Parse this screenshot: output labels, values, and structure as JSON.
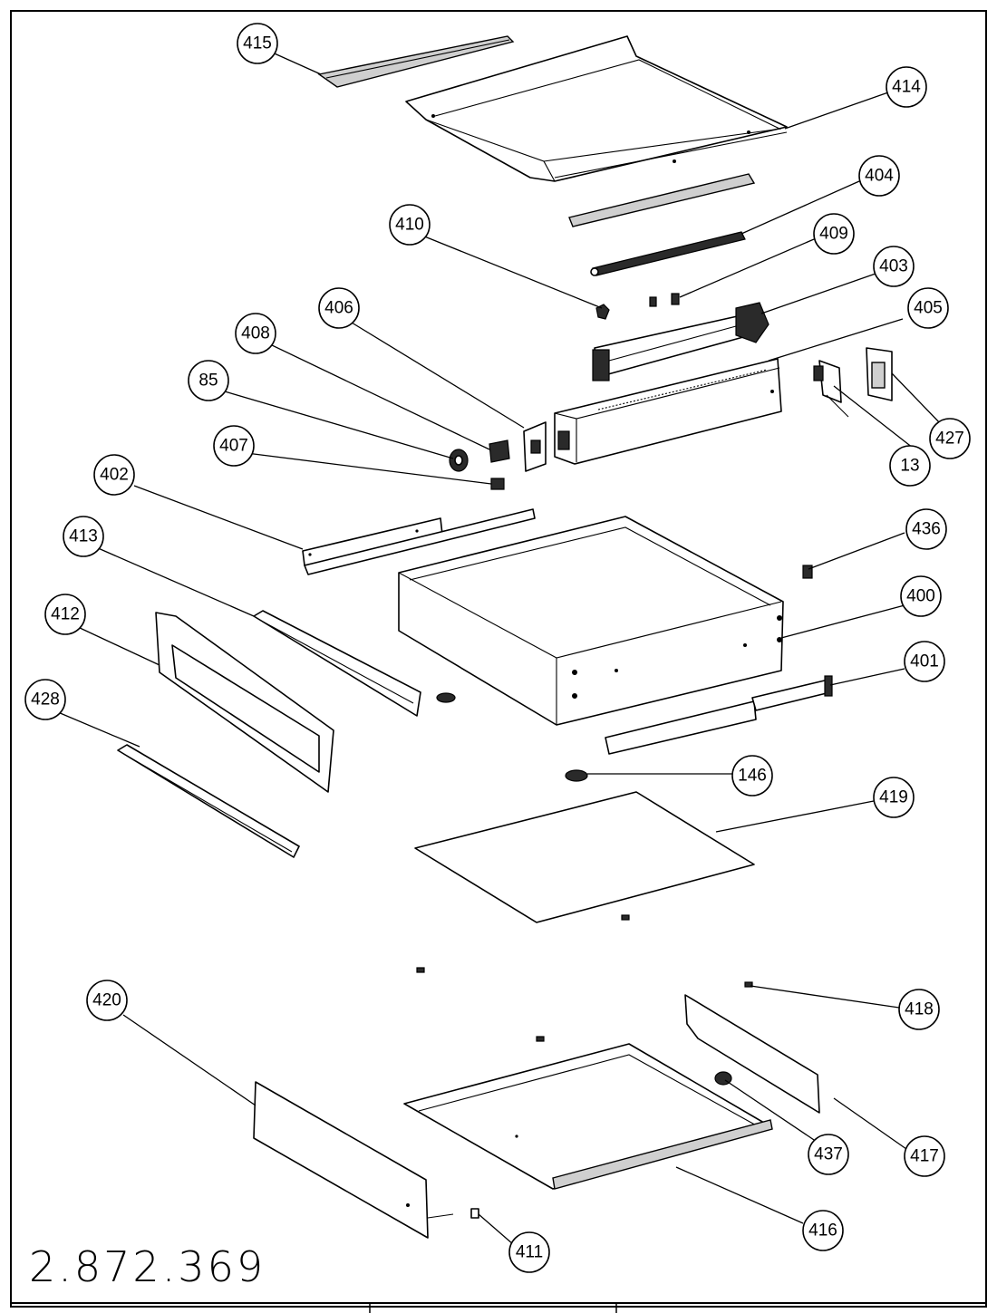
{
  "drawing": {
    "number": "2.872.369"
  },
  "colors": {
    "line": "#000000",
    "paper": "#ffffff"
  },
  "callouts": [
    {
      "id": "415",
      "label": "415"
    },
    {
      "id": "414",
      "label": "414"
    },
    {
      "id": "404",
      "label": "404"
    },
    {
      "id": "410",
      "label": "410"
    },
    {
      "id": "409",
      "label": "409"
    },
    {
      "id": "403",
      "label": "403"
    },
    {
      "id": "406",
      "label": "406"
    },
    {
      "id": "405",
      "label": "405"
    },
    {
      "id": "408",
      "label": "408"
    },
    {
      "id": "85",
      "label": "85"
    },
    {
      "id": "407",
      "label": "407"
    },
    {
      "id": "13",
      "label": "13"
    },
    {
      "id": "427",
      "label": "427"
    },
    {
      "id": "402",
      "label": "402"
    },
    {
      "id": "436",
      "label": "436"
    },
    {
      "id": "413",
      "label": "413"
    },
    {
      "id": "400",
      "label": "400"
    },
    {
      "id": "412",
      "label": "412"
    },
    {
      "id": "401",
      "label": "401"
    },
    {
      "id": "428",
      "label": "428"
    },
    {
      "id": "146",
      "label": "146"
    },
    {
      "id": "419",
      "label": "419"
    },
    {
      "id": "420",
      "label": "420"
    },
    {
      "id": "418",
      "label": "418"
    },
    {
      "id": "417",
      "label": "417"
    },
    {
      "id": "437",
      "label": "437"
    },
    {
      "id": "416",
      "label": "416"
    },
    {
      "id": "411",
      "label": "411"
    }
  ]
}
